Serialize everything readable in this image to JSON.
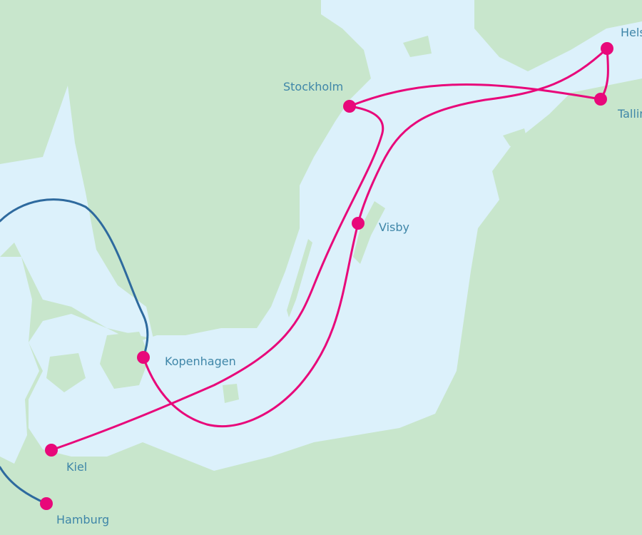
{
  "map": {
    "colors": {
      "land": "#c8e6cc",
      "water": "#dcf1fb",
      "route_primary": "#e8087a",
      "route_secondary": "#2e6a9e",
      "label": "#3f86a8"
    },
    "cities": [
      {
        "id": "helsinki",
        "label": "Helsinki"
      },
      {
        "id": "tallinn",
        "label": "Tallinn"
      },
      {
        "id": "stockholm",
        "label": "Stockholm"
      },
      {
        "id": "visby",
        "label": "Visby"
      },
      {
        "id": "kopenhagen",
        "label": "Kopenhagen"
      },
      {
        "id": "kiel",
        "label": "Kiel"
      },
      {
        "id": "hamburg",
        "label": "Hamburg"
      }
    ]
  }
}
